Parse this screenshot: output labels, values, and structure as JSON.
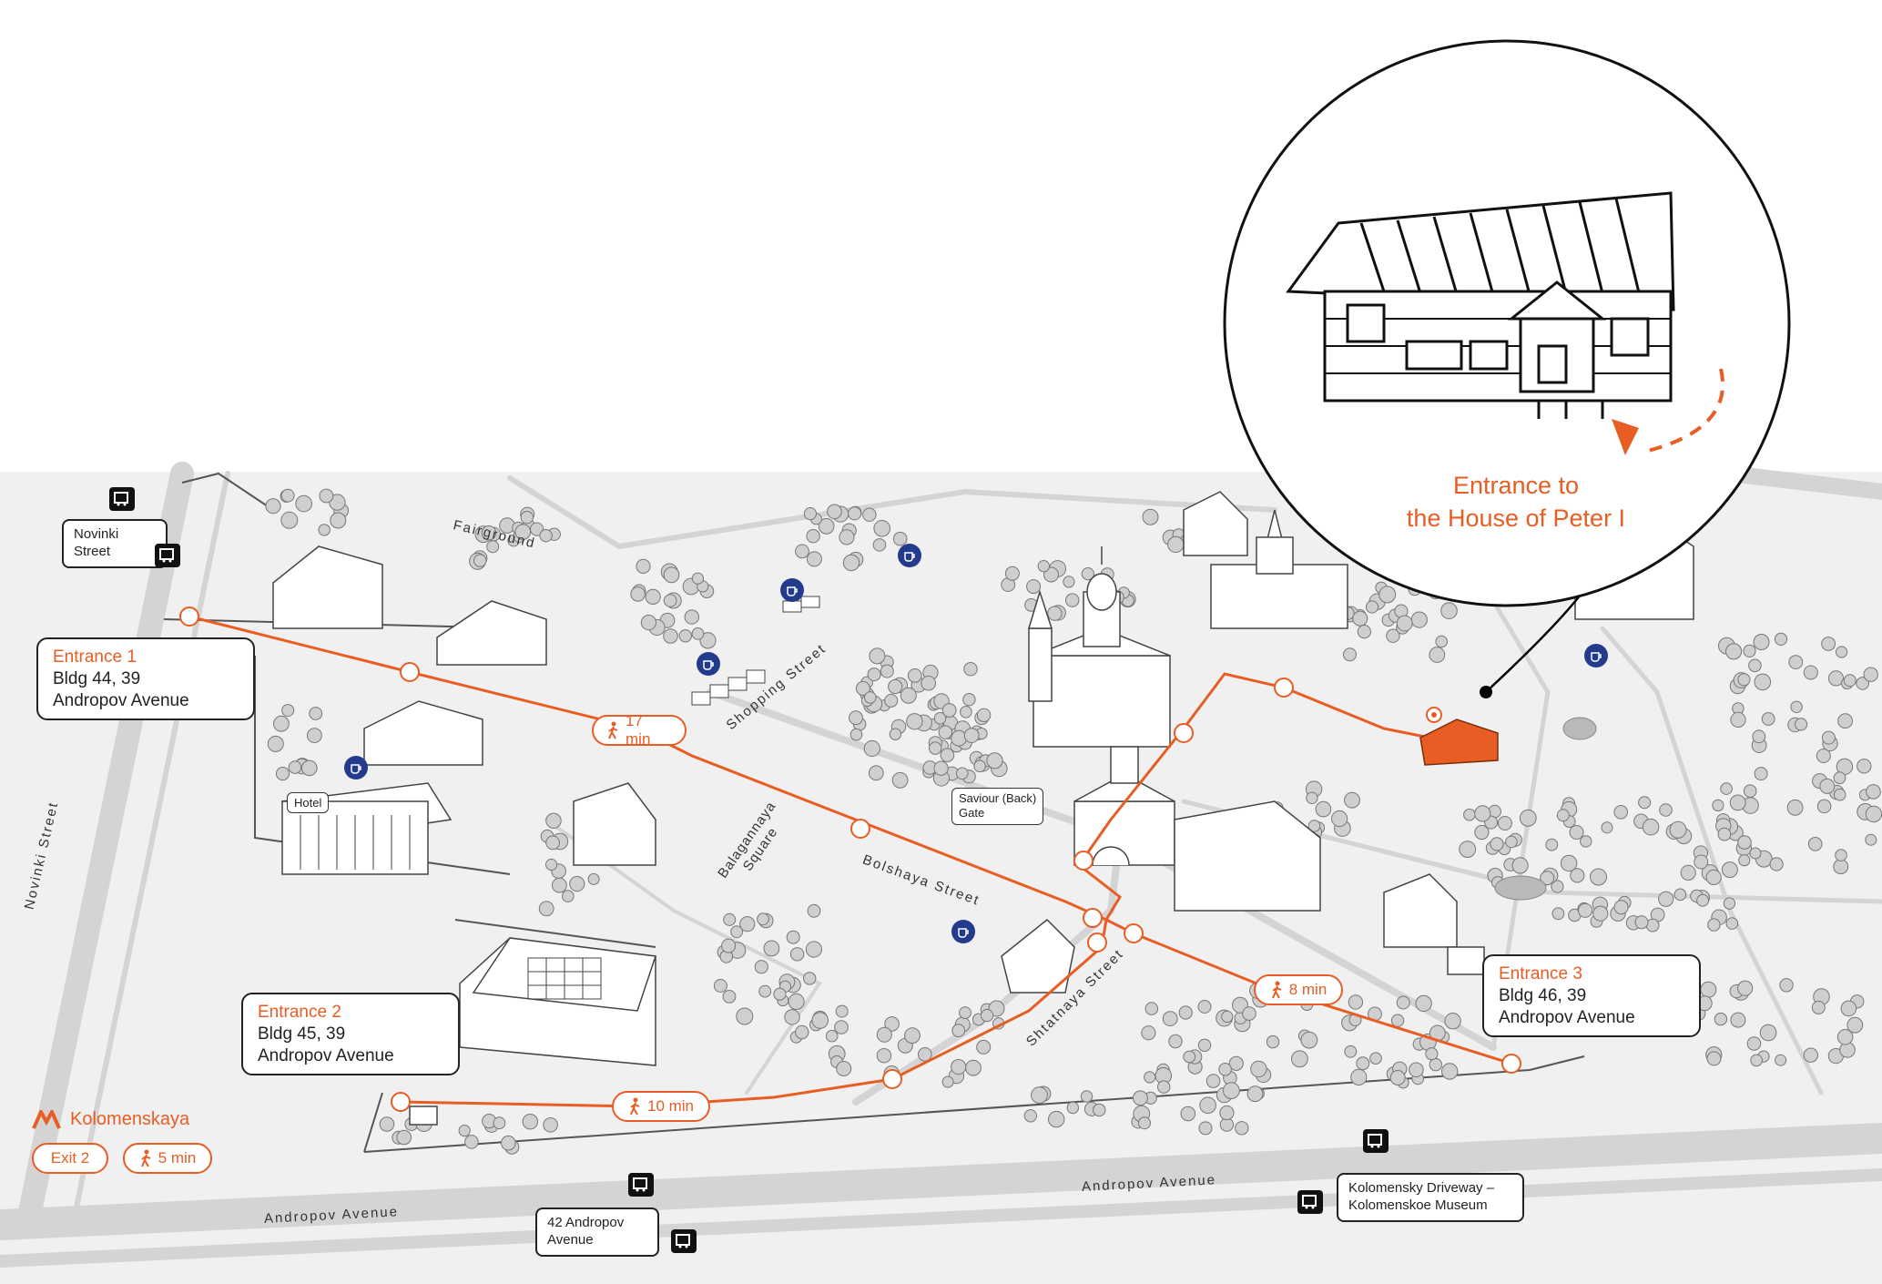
{
  "colors": {
    "accent": "#e85d24",
    "cafe": "#233b8c",
    "map_bg": "#f0f0f0",
    "road": "#d8d8d8",
    "tree": "#bdbdbd"
  },
  "entrances": [
    {
      "title": "Entrance 1",
      "line1": "Bldg 44, 39",
      "line2": "Andropov Avenue"
    },
    {
      "title": "Entrance 2",
      "line1": "Bldg 45, 39",
      "line2": "Andropov Avenue"
    },
    {
      "title": "Entrance 3",
      "line1": "Bldg 46, 39",
      "line2": "Andropov Avenue"
    }
  ],
  "walk_times": [
    "17 min",
    "10 min",
    "8 min",
    "5 min"
  ],
  "metro": {
    "name": "Kolomenskaya",
    "exit": "Exit 2",
    "icon": "metro-icon"
  },
  "bus_stops": [
    {
      "line1": "Novinki",
      "line2": "Street"
    },
    {
      "line1": "42 Andropov",
      "line2": "Avenue"
    },
    {
      "line1": "Kolomensky Driveway –",
      "line2": "Kolomenskoe Museum"
    }
  ],
  "streets": {
    "novinki": "Novinki Street",
    "bolshaya": "Bolshaya Street",
    "shopping": "Shopping Street",
    "shtatnaya": "Shtatnaya Street",
    "andropov": "Andropov Avenue",
    "balagannaya": [
      "Balagannaya",
      "Square"
    ],
    "fairground": "Fairground"
  },
  "places": {
    "hotel": "Hotel",
    "saviour_gate": [
      "Saviour (Back)",
      "Gate"
    ]
  },
  "inset": {
    "title_line1": "Entrance to",
    "title_line2": "the House of Peter I"
  }
}
